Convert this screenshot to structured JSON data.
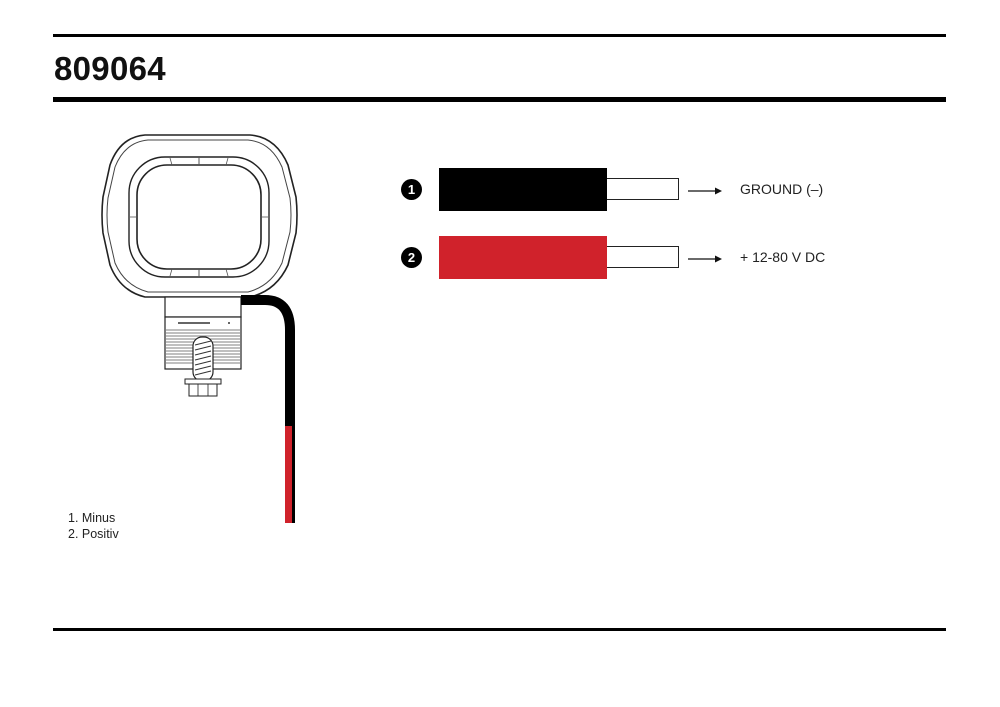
{
  "document": {
    "title": "809064"
  },
  "wiring": {
    "wires": [
      {
        "number": "1",
        "color": "#000000",
        "label": "GROUND (–)"
      },
      {
        "number": "2",
        "color": "#d0222b",
        "label": "+ 12-80 V DC"
      }
    ]
  },
  "legend": {
    "items": [
      {
        "text": "1. Minus"
      },
      {
        "text": "2. Positiv"
      }
    ]
  },
  "colors": {
    "rule": "#000000",
    "wire_negative": "#000000",
    "wire_positive": "#d0222b"
  },
  "icons": {
    "lamp_drawing": "work-light-icon",
    "arrow": "arrow-right-icon",
    "badge": "numbered-circle-icon"
  }
}
